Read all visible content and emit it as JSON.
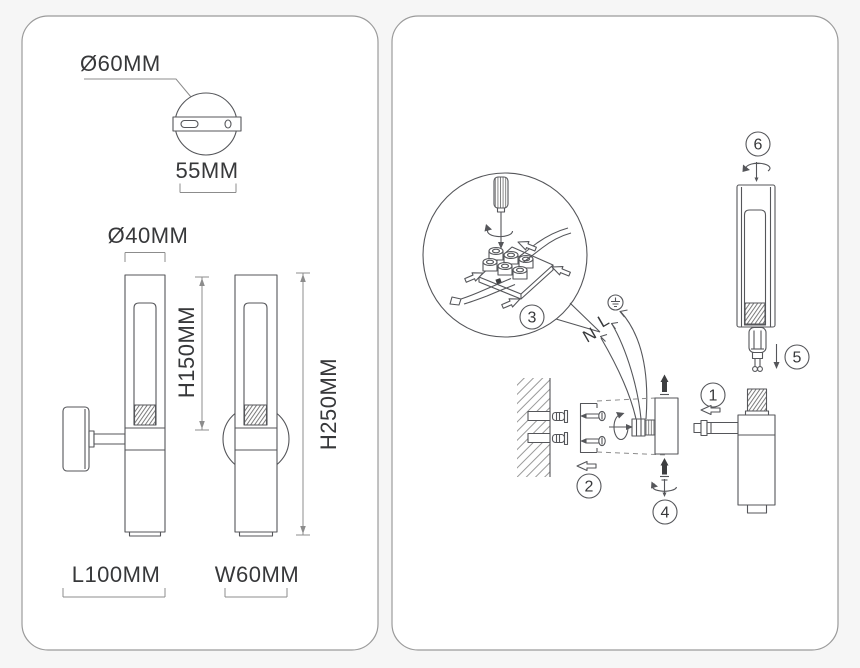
{
  "left_panel": {
    "canopy_diameter_label": "Ø60MM",
    "canopy_hole_spacing_label": "55MM",
    "shade_diameter_label": "Ø40MM",
    "shade_height_label": "H150MM",
    "total_height_label": "H250MM",
    "projection_label": "L100MM",
    "width_label": "W60MM"
  },
  "right_panel": {
    "wire_labels": {
      "neutral": "N",
      "live": "L"
    },
    "step_badges": [
      "1",
      "2",
      "3",
      "4",
      "5",
      "6"
    ]
  },
  "colors": {
    "outline": "#55565a",
    "dimension": "#8c8c8c",
    "text": "#37383a",
    "panel_border": "#9b9b9b",
    "panel_fill": "#ffffff",
    "page_background": "#f6f6f6"
  }
}
